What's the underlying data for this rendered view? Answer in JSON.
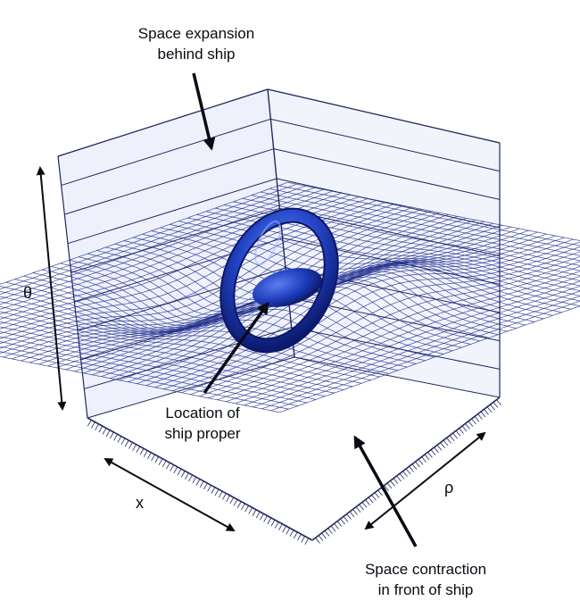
{
  "annotations": {
    "expansion": {
      "line1": "Space expansion",
      "line2": "behind ship"
    },
    "location": {
      "line1": "Location of",
      "line2": "ship proper"
    },
    "contraction": {
      "line1": "Space contraction",
      "line2": "in front of ship"
    }
  },
  "axes": {
    "vertical": "θ",
    "x": "x",
    "rho": "ρ"
  },
  "colors": {
    "mesh": "#1c2a8c",
    "frame": "#23285e",
    "ring": "#1d3fc8",
    "arrow": "#0a0a14"
  }
}
